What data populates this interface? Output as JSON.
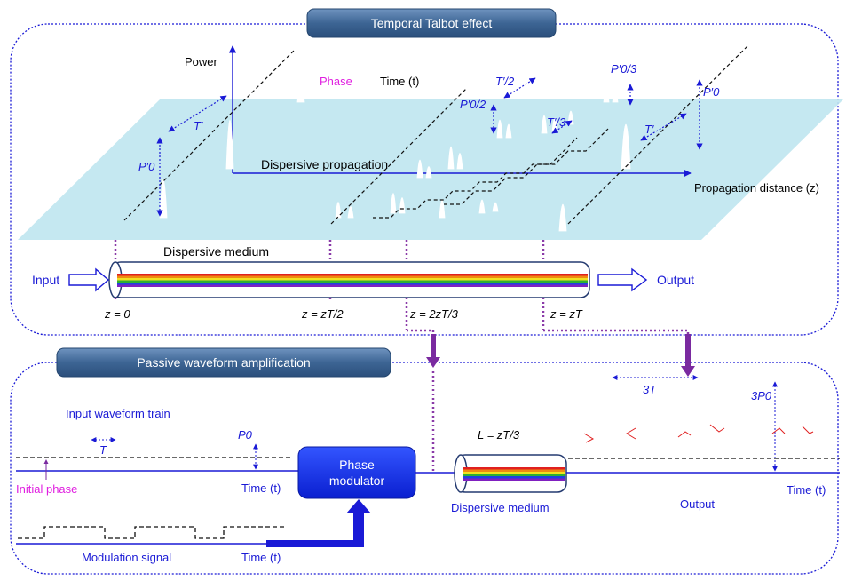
{
  "talbot": {
    "header": "Temporal Talbot effect",
    "power_label": "Power",
    "phase_label": "Phase",
    "time_label": "Time (t)",
    "period_label": "T′",
    "half_period_label": "T′/2",
    "third_period_label": "T′/3",
    "power_full_label": "P′0",
    "power_half_label": "P′0/2",
    "power_third_label": "P′0/3",
    "power_full_right_label": "P′0",
    "dispersive_propagation": "Dispersive propagation",
    "propagation_distance": "Propagation distance (z)",
    "medium_label": "Dispersive medium",
    "input_label": "Input",
    "output_label": "Output",
    "positions": [
      "z = 0",
      "z = zT/2",
      "z = 2zT/3",
      "z = zT"
    ]
  },
  "amplification": {
    "header": "Passive waveform amplification",
    "input_train_label": "Input waveform train",
    "period_label": "T",
    "power_label": "P0",
    "initial_phase_label": "Initial phase",
    "time_label_input": "Time (t)",
    "modulator_label_line1": "Phase",
    "modulator_label_line2": "modulator",
    "modulation_signal_label": "Modulation signal",
    "time_label_modulation": "Time (t)",
    "length_label": "L = zT/3",
    "medium_label": "Dispersive medium",
    "output_label": "Output",
    "output_period_label": "3T",
    "output_power_label": "3P0",
    "time_label_output": "Time (t)"
  },
  "colors": {
    "blue": "#1a1ad6",
    "magenta": "#e020e0",
    "purple_dotted": "#8a3aa8",
    "plane": "#bfe6ef",
    "header_fill": "#3a6391",
    "rainbow": [
      "#e02020",
      "#f08a10",
      "#f0e020",
      "#30b030",
      "#2040e0",
      "#8020c0"
    ]
  }
}
